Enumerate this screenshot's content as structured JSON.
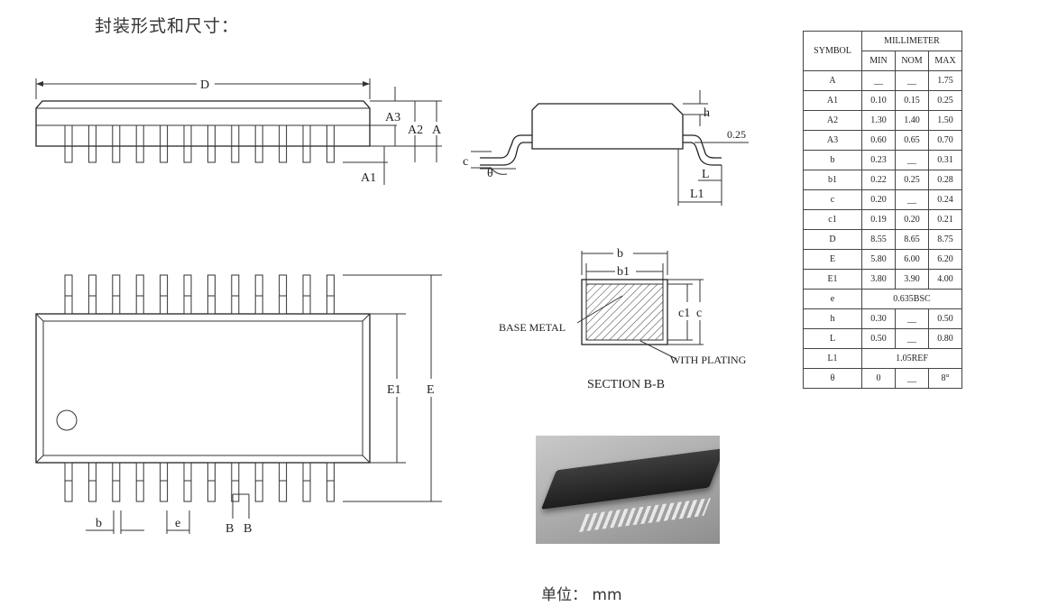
{
  "heading": "封装形式和尺寸：",
  "unit_label": "单位：  mm",
  "drawing_labels": {
    "top_view": {
      "D": "D",
      "A3": "A3",
      "A2": "A2",
      "A": "A",
      "A1": "A1"
    },
    "side_view": {
      "h": "h",
      "c": "c",
      "theta": "θ",
      "L": "L",
      "L1": "L1",
      "gauge": "0.25"
    },
    "plan_view": {
      "E1": "E1",
      "E": "E",
      "b": "b",
      "e": "e",
      "B1": "B",
      "B2": "B"
    },
    "section": {
      "b": "b",
      "b1": "b1",
      "c1": "c1",
      "c": "c",
      "base_metal": "BASE METAL",
      "with_plating": "WITH PLATING",
      "title": "SECTION B-B"
    }
  },
  "table": {
    "symbol_header": "SYMBOL",
    "group_header": "MILLIMETER",
    "columns": [
      "MIN",
      "NOM",
      "MAX"
    ],
    "rows": [
      {
        "sym": "A",
        "min": "__",
        "nom": "__",
        "max": "1.75"
      },
      {
        "sym": "A1",
        "min": "0.10",
        "nom": "0.15",
        "max": "0.25"
      },
      {
        "sym": "A2",
        "min": "1.30",
        "nom": "1.40",
        "max": "1.50"
      },
      {
        "sym": "A3",
        "min": "0.60",
        "nom": "0.65",
        "max": "0.70"
      },
      {
        "sym": "b",
        "min": "0.23",
        "nom": "__",
        "max": "0.31"
      },
      {
        "sym": "b1",
        "min": "0.22",
        "nom": "0.25",
        "max": "0.28"
      },
      {
        "sym": "c",
        "min": "0.20",
        "nom": "__",
        "max": "0.24"
      },
      {
        "sym": "c1",
        "min": "0.19",
        "nom": "0.20",
        "max": "0.21"
      },
      {
        "sym": "D",
        "min": "8.55",
        "nom": "8.65",
        "max": "8.75"
      },
      {
        "sym": "E",
        "min": "5.80",
        "nom": "6.00",
        "max": "6.20"
      },
      {
        "sym": "E1",
        "min": "3.80",
        "nom": "3.90",
        "max": "4.00"
      },
      {
        "sym": "e",
        "span": "0.635BSC"
      },
      {
        "sym": "h",
        "min": "0.30",
        "nom": "__",
        "max": "0.50"
      },
      {
        "sym": "L",
        "min": "0.50",
        "nom": "__",
        "max": "0.80"
      },
      {
        "sym": "L1",
        "span": "1.05REF"
      },
      {
        "sym": "θ",
        "min": "0",
        "nom": "__",
        "max": "8°"
      }
    ]
  }
}
